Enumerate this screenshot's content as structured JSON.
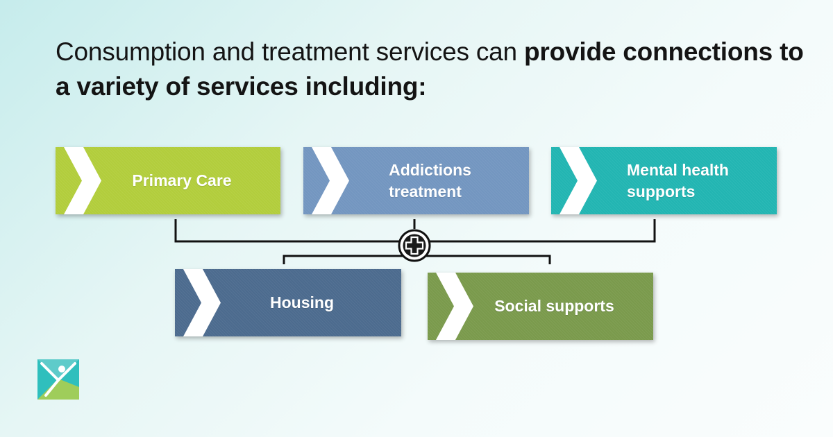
{
  "headline": {
    "regular": "Consumption and treatment services can ",
    "bold": "provide connections to a variety of services including:"
  },
  "services": [
    {
      "label": "Primary Care",
      "color": "#b2cd3c"
    },
    {
      "label": "Addictions\ntreatment",
      "color": "#7396c0"
    },
    {
      "label": "Mental health\nsupports",
      "color": "#22b5b2"
    },
    {
      "label": "Housing",
      "color": "#4c6b8e"
    },
    {
      "label": "Social supports",
      "color": "#7a9a4c"
    }
  ],
  "hub": {
    "icon": "plus-cross-icon"
  },
  "logo": {
    "icon": "person-logo-icon",
    "colors": [
      "#2fbfbd",
      "#9fcd5a"
    ]
  }
}
